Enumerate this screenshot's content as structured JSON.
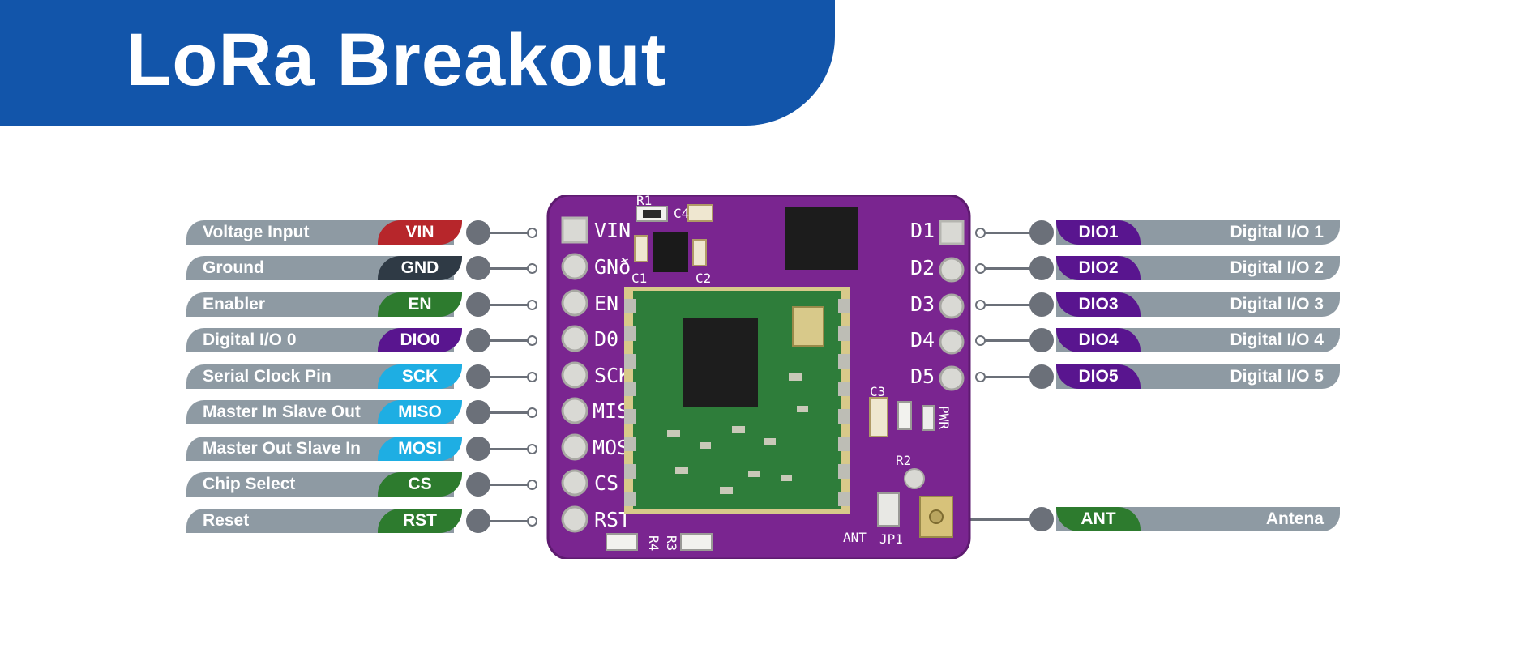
{
  "title": "LoRa Breakout",
  "colors": {
    "banner": "#1255aa",
    "bar": "#8e9aa3",
    "pcb": "#7a2590",
    "red": "#b7262b",
    "dark": "#2f3a45",
    "green": "#2d7b2e",
    "purple": "#59158f",
    "cyan": "#1eaee3"
  },
  "left_pins": [
    {
      "desc": "Voltage Input",
      "tag": "VIN",
      "color": "#b7262b"
    },
    {
      "desc": "Ground",
      "tag": "GND",
      "color": "#2f3a45"
    },
    {
      "desc": "Enabler",
      "tag": "EN",
      "color": "#2d7b2e"
    },
    {
      "desc": "Digital I/O 0",
      "tag": "DIO0",
      "color": "#59158f"
    },
    {
      "desc": "Serial Clock Pin",
      "tag": "SCK",
      "color": "#1eaee3"
    },
    {
      "desc": "Master In Slave Out",
      "tag": "MISO",
      "color": "#1eaee3"
    },
    {
      "desc": "Master Out Slave In",
      "tag": "MOSI",
      "color": "#1eaee3"
    },
    {
      "desc": "Chip Select",
      "tag": "CS",
      "color": "#2d7b2e"
    },
    {
      "desc": "Reset",
      "tag": "RST",
      "color": "#2d7b2e"
    }
  ],
  "right_pins": [
    {
      "desc": "Digital I/O 1",
      "tag": "DIO1",
      "color": "#59158f"
    },
    {
      "desc": "Digital I/O 2",
      "tag": "DIO2",
      "color": "#59158f"
    },
    {
      "desc": "Digital I/O 3",
      "tag": "DIO3",
      "color": "#59158f"
    },
    {
      "desc": "Digital I/O 4",
      "tag": "DIO4",
      "color": "#59158f"
    },
    {
      "desc": "Digital I/O 5",
      "tag": "DIO5",
      "color": "#59158f"
    },
    {
      "desc": "Antena",
      "tag": "ANT",
      "color": "#2d7b2e"
    }
  ],
  "board": {
    "left_silk": [
      "VIN",
      "GNð",
      "EN",
      "D0",
      "SCK",
      "MISO",
      "MOSI",
      "CS",
      "RST"
    ],
    "right_silk": [
      "D1",
      "D2",
      "D3",
      "D4",
      "D5"
    ],
    "labels": {
      "r1": "R1",
      "c1": "C1",
      "c2": "C2",
      "c3": "C3",
      "c4": "C4",
      "r2": "R2",
      "r3": "R3",
      "r4": "R4",
      "pwr": "PWR",
      "ant": "ANT",
      "jp1": "JP1"
    }
  }
}
